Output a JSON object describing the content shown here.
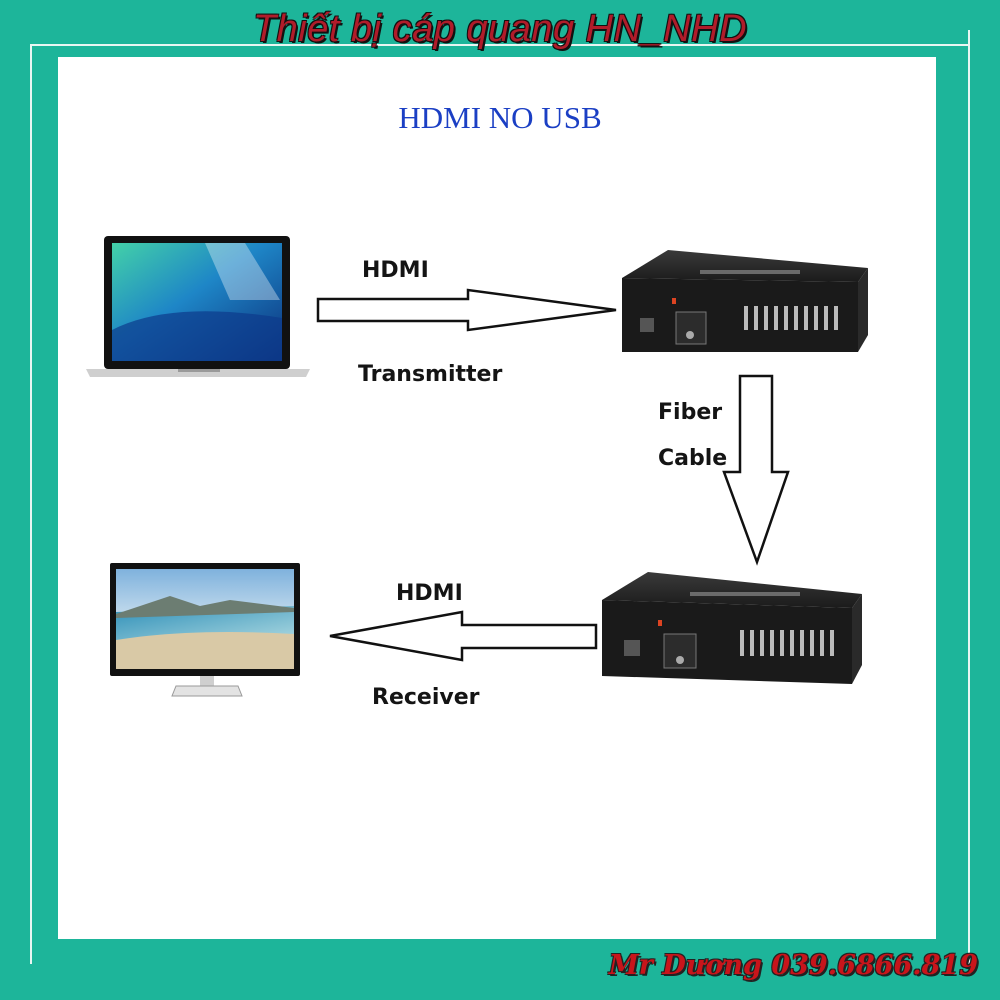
{
  "banner": {
    "text": "Thiết  bị cáp quang HN_NHD"
  },
  "diagram": {
    "title": "HDMI NO USB",
    "labels": {
      "hdmi_top": "HDMI",
      "transmitter": "Transmitter",
      "fiber": "Fiber",
      "cable": "Cable",
      "hdmi_bottom": "HDMI",
      "receiver": "Receiver"
    },
    "devices": {
      "laptop": "laptop-icon",
      "monitor": "monitor-icon",
      "transmitter_box": "fiber-extender-icon",
      "receiver_box": "fiber-extender-icon"
    }
  },
  "footer": {
    "contact": "Mr Dương 039.6866.819"
  },
  "colors": {
    "background": "#1db59a",
    "panel": "#ffffff",
    "title": "#1b3fc4",
    "banner_text": "#b01c2a",
    "footer_text": "#c8151b"
  }
}
